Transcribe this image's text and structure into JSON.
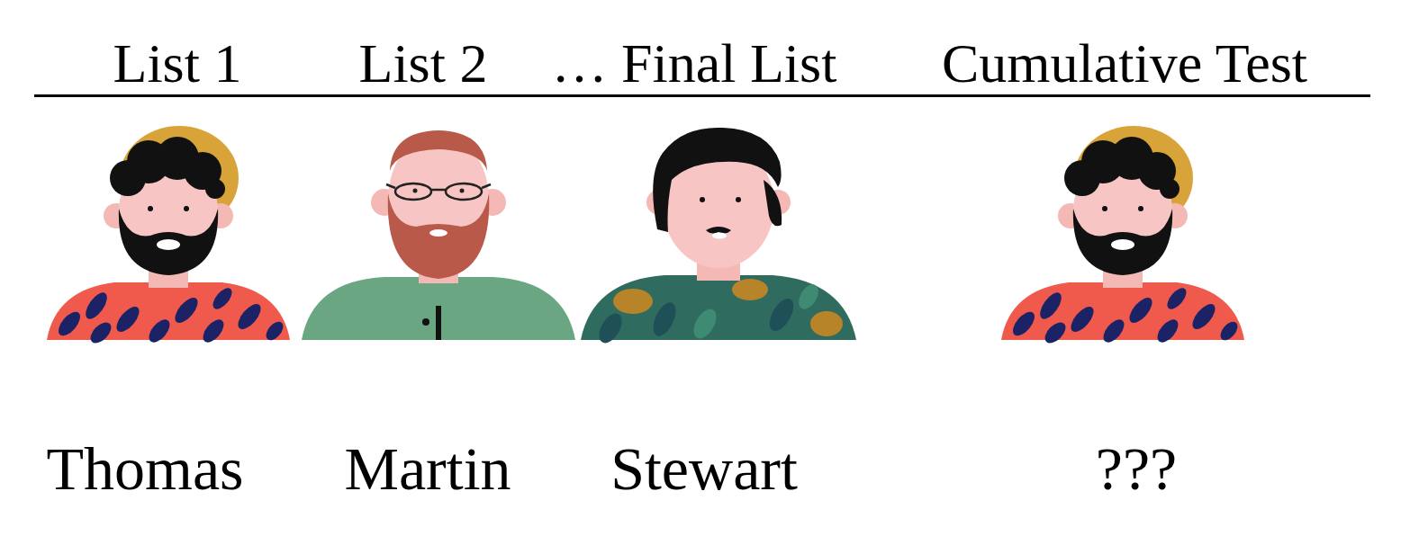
{
  "diagram": {
    "labels": [
      "List 1",
      "List 2",
      "… Final List",
      "Cumulative Test",
      "Thomas",
      "Martin",
      "Stewart",
      "???"
    ]
  }
}
